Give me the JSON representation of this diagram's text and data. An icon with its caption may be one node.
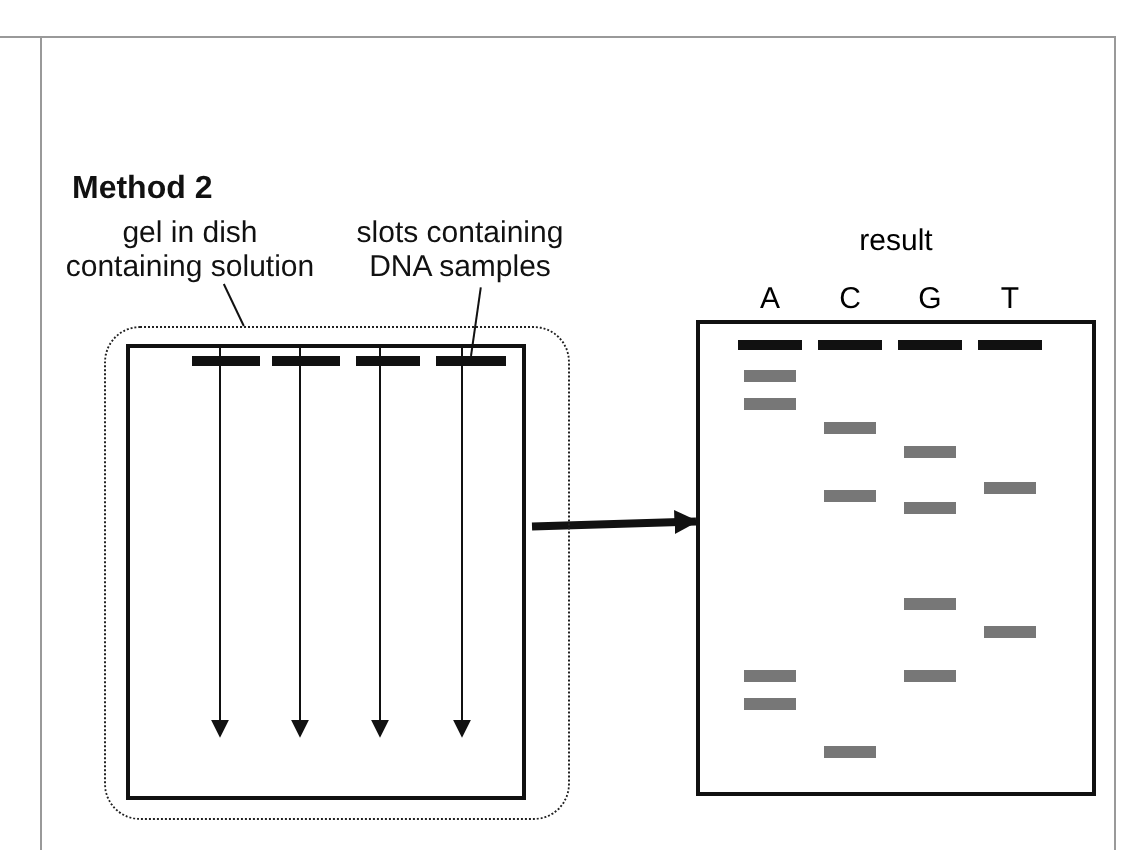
{
  "diagram": {
    "title": "Method 2",
    "nodes": [
      {
        "text": [
          "gel in dish containing solution"
        ]
      },
      {
        "text": [
          "slots containing DNA samples"
        ]
      },
      {
        "text": [],
        "shape": "box"
      },
      {
        "text": [],
        "shape": "box",
        "in": 2
      },
      {
        "text": [],
        "shape": "bar",
        "in": 3
      },
      {
        "text": [],
        "shape": "bar",
        "in": 3
      },
      {
        "text": [],
        "shape": "bar",
        "in": 3
      },
      {
        "text": [],
        "shape": "bar",
        "in": 3
      },
      {
        "text": [
          "result"
        ]
      }
    ],
    "edges": [
      {
        "from": 0,
        "to": 2,
        "arrow": "none"
      },
      {
        "from": 1,
        "to": 7,
        "arrow": "none"
      },
      {
        "from": 3,
        "to": 8,
        "arrow": "to",
        "style": "thick"
      }
    ],
    "labels": [
      "A",
      "C",
      "G",
      "T"
    ]
  }
}
